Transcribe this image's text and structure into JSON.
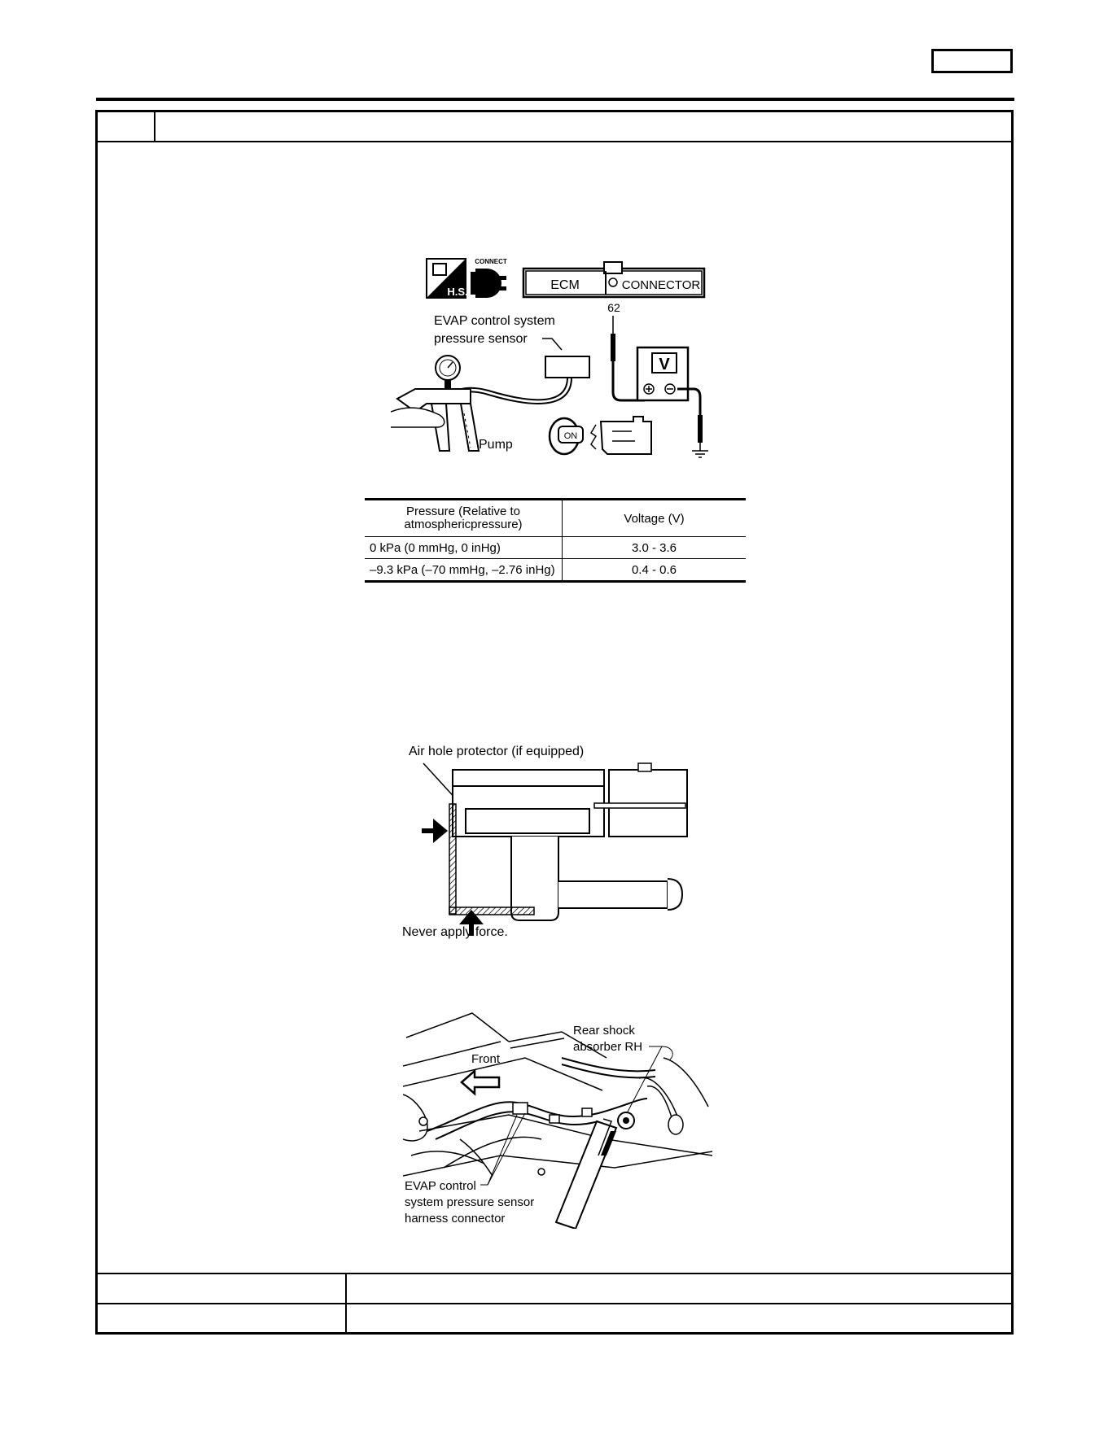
{
  "figure1": {
    "icon_hs_label": "H.S.",
    "connect_label": "CONNECT",
    "ecm_label": "ECM",
    "connector_label": "CONNECTOR",
    "terminal_number": "62",
    "sensor_label_line1": "EVAP control system",
    "sensor_label_line2": "pressure sensor",
    "voltmeter_label": "V",
    "pump_label": "Pump",
    "ignition_label": "ON"
  },
  "voltage_table": {
    "headers": [
      "Pressure (Relative to",
      "atmosphericpressure)",
      "Voltage (V)"
    ],
    "rows": [
      [
        "0 kPa (0 mmHg, 0 inHg)",
        "3.0 - 3.6"
      ],
      [
        "–9.3 kPa (–70 mmHg, –2.76 inHg)",
        "0.4 - 0.6"
      ]
    ]
  },
  "figure2": {
    "protector_label": "Air hole protector (if equipped)",
    "caution_label": "Never apply force."
  },
  "figure3": {
    "shock_label_line1": "Rear shock",
    "shock_label_line2": "absorber RH",
    "front_label": "Front",
    "connector_line1": "EVAP control",
    "connector_line2": "system pressure sensor",
    "connector_line3": "harness connector"
  }
}
